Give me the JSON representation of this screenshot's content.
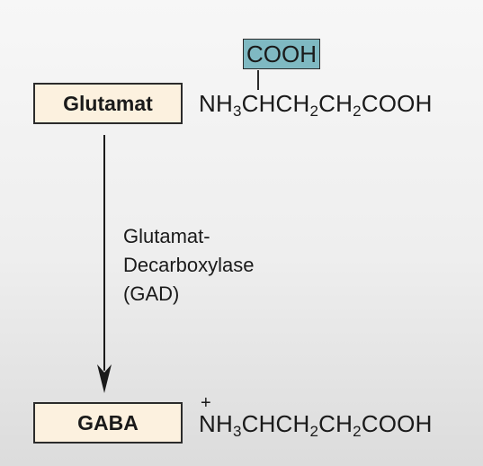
{
  "nodes": {
    "glutamat": "Glutamat",
    "gaba": "GABA"
  },
  "formulas": {
    "glutamat": {
      "carboxyl": "COOH",
      "nh": "NH",
      "s1": "3",
      "t1": "CHCH",
      "s2": "2",
      "t2": "CH",
      "s3": "2",
      "t3": "COOH"
    },
    "gaba": {
      "charge": "+",
      "nh": "NH",
      "s1": "3",
      "t1": "CHCH",
      "s2": "2",
      "t2": "CH",
      "s3": "2",
      "t3": "COOH"
    }
  },
  "enzyme": {
    "line1": "Glutamat-",
    "line2": "Decarboxylase",
    "line3": "(GAD)"
  },
  "colors": {
    "box_fill": "#fcf1df",
    "carboxyl_highlight": "#7fb9c2",
    "border": "#2b2b2b"
  }
}
